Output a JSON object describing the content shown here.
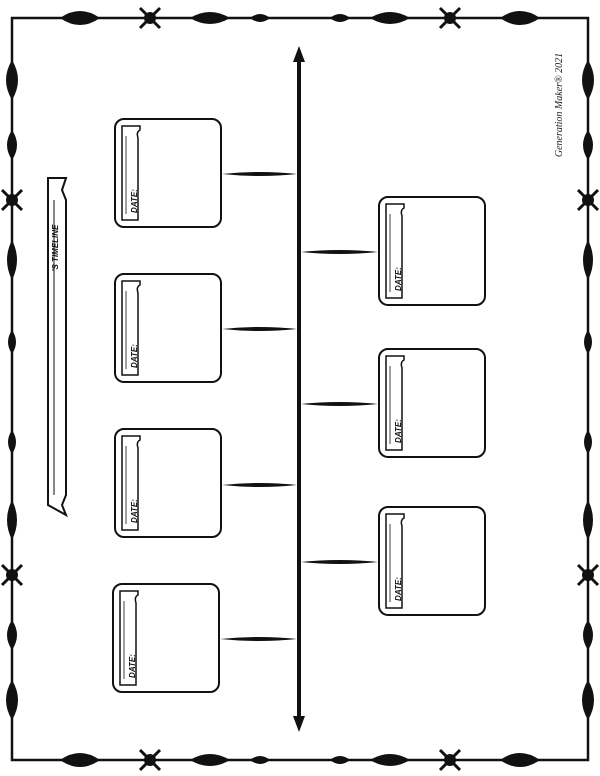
{
  "banner": {
    "title": "'S TIMELINE"
  },
  "copyright": "Generation Maker® 2021",
  "date_label": "DATE:",
  "events": [
    {
      "side": "left",
      "date": "DATE:"
    },
    {
      "side": "left",
      "date": "DATE:"
    },
    {
      "side": "left",
      "date": "DATE:"
    },
    {
      "side": "left",
      "date": "DATE:"
    },
    {
      "side": "right",
      "date": "DATE:"
    },
    {
      "side": "right",
      "date": "DATE:"
    },
    {
      "side": "right",
      "date": "DATE:"
    }
  ],
  "colors": {
    "ink": "#111111",
    "paper": "#ffffff"
  }
}
